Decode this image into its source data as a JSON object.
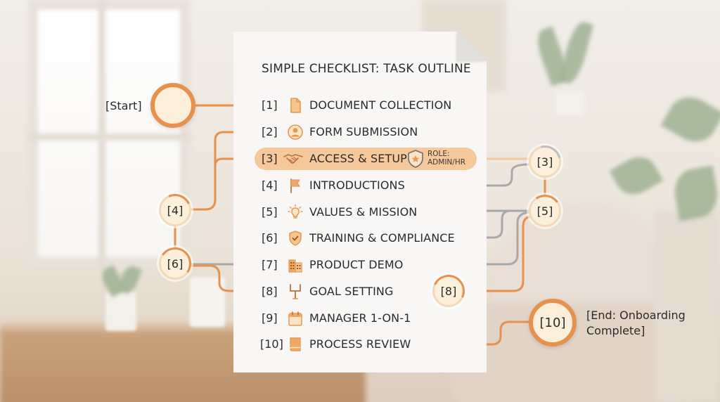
{
  "title": "SIMPLE CHECKLIST: TASK OUTLINE",
  "start_label": "[Start]",
  "end_label_line1": "[End: Onboarding",
  "end_label_line2": "Complete]",
  "role_badge": {
    "line1": "ROLE:",
    "line2": "ADMIN/HR"
  },
  "items": [
    {
      "num": "[1]",
      "label": "DOCUMENT COLLECTION",
      "icon": "document-icon"
    },
    {
      "num": "[2]",
      "label": "FORM SUBMISSION",
      "icon": "user-icon"
    },
    {
      "num": "[3]",
      "label": "ACCESS & SETUP",
      "icon": "handshake-icon",
      "highlighted": true
    },
    {
      "num": "[4]",
      "label": "INTRODUCTIONS",
      "icon": "flag-icon"
    },
    {
      "num": "[5]",
      "label": "VALUES & MISSION",
      "icon": "lightbulb-icon"
    },
    {
      "num": "[6]",
      "label": "TRAINING & COMPLIANCE",
      "icon": "shield-check-icon"
    },
    {
      "num": "[7]",
      "label": "PRODUCT DEMO",
      "icon": "building-icon"
    },
    {
      "num": "[8]",
      "label": "GOAL SETTING",
      "icon": "goalpost-icon"
    },
    {
      "num": "[9]",
      "label": "MANAGER 1-ON-1",
      "icon": "calendar-icon"
    },
    {
      "num": "[10]",
      "label": "PROCESS REVIEW",
      "icon": "book-icon"
    }
  ],
  "nodes": {
    "n3": "[3]",
    "n4": "[4]",
    "n5": "[5]",
    "n6": "[6]",
    "n8": "[8]",
    "n10": "[10]"
  },
  "colors": {
    "accent": "#e6924e",
    "highlight": "#f6c99d",
    "neutral_line": "#a8a8a8",
    "icon": "#e39a55"
  }
}
